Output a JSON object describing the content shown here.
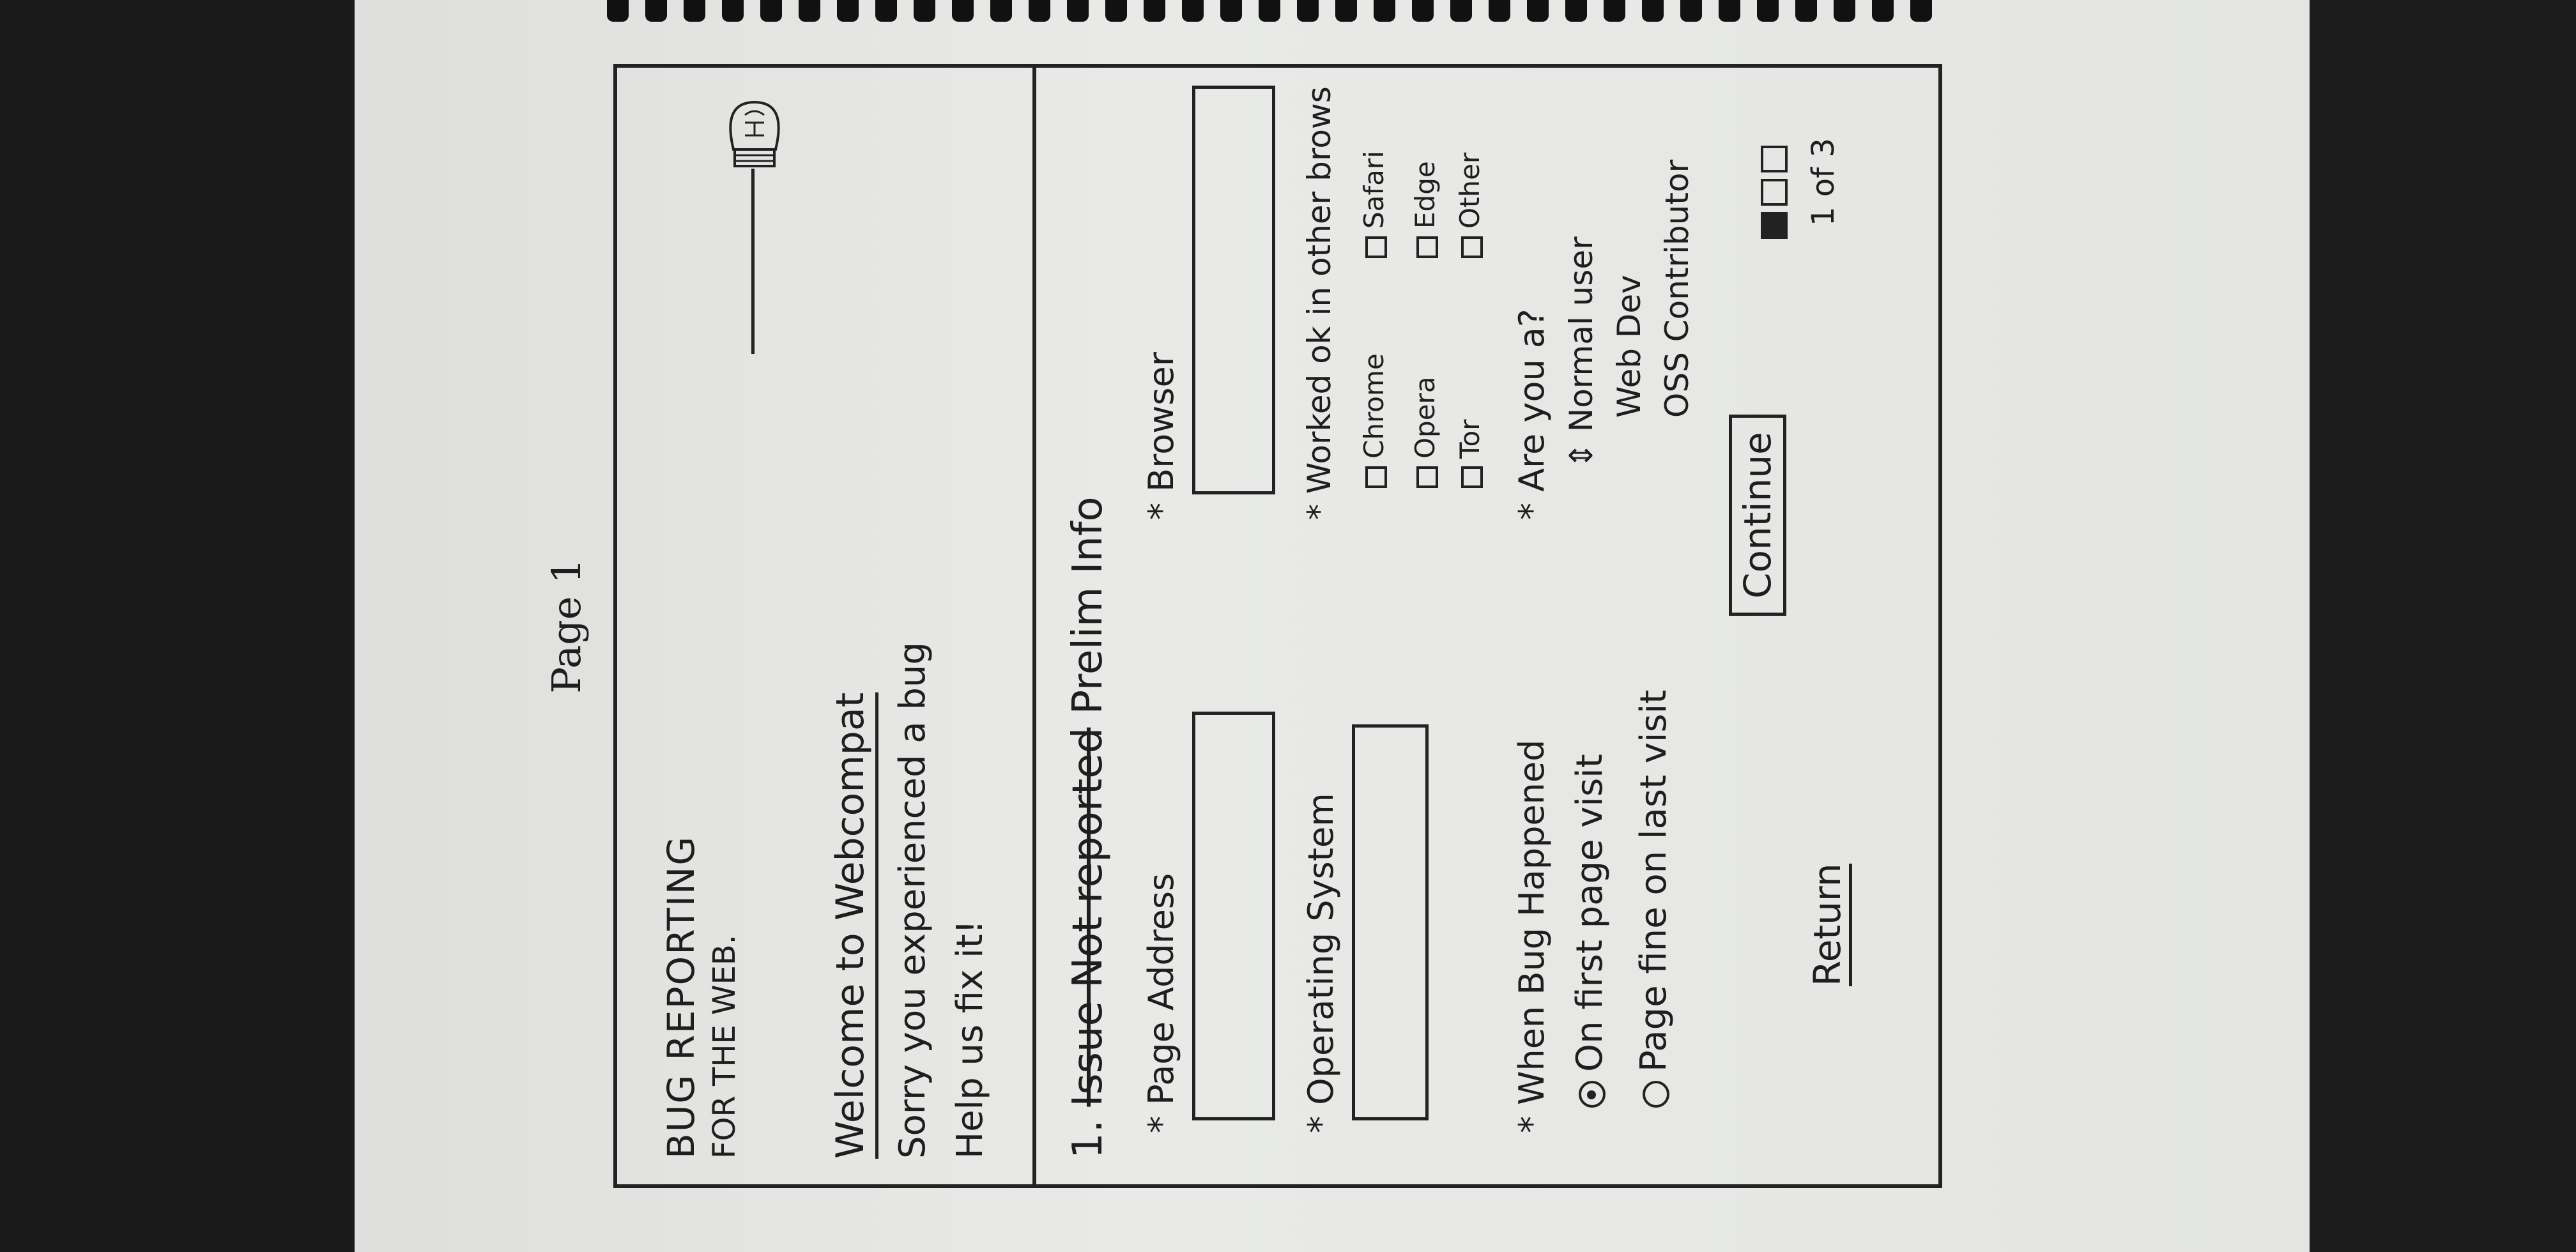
{
  "page_label": "Page 1",
  "brand": {
    "line1": "BUG REPORTING",
    "line2": "FOR THE WEB."
  },
  "welcome": "Welcome to Webcompat",
  "intro": {
    "line1": "Sorry you experienced a bug",
    "line2": "Help us fix it!"
  },
  "section": {
    "number": "1.",
    "struck": "Issue Not reported",
    "title": "Prelim Info"
  },
  "fields": {
    "page_address": "* Page Address",
    "browser": "* Browser",
    "operating_system": "* Operating System"
  },
  "worked_in": {
    "label": "* Worked ok in other brows",
    "options": [
      "Chrome",
      "Safari",
      "Opera",
      "Edge",
      "Tor",
      "Other"
    ]
  },
  "when": {
    "label": "* When Bug Happened",
    "options": [
      "On first page visit",
      "Page fine on last visit"
    ],
    "selected": 0
  },
  "are_you": {
    "label": "* Are you a?",
    "options": [
      "Normal user",
      "Web Dev",
      "OSS Contributor"
    ]
  },
  "buttons": {
    "continue": "Continue",
    "return": "Return"
  },
  "pager": {
    "text": "1 of 3",
    "current": 1,
    "total": 3
  },
  "colors": {
    "ink": "#1e1e1e",
    "paper": "#e6e7e5",
    "background": "#151515"
  }
}
